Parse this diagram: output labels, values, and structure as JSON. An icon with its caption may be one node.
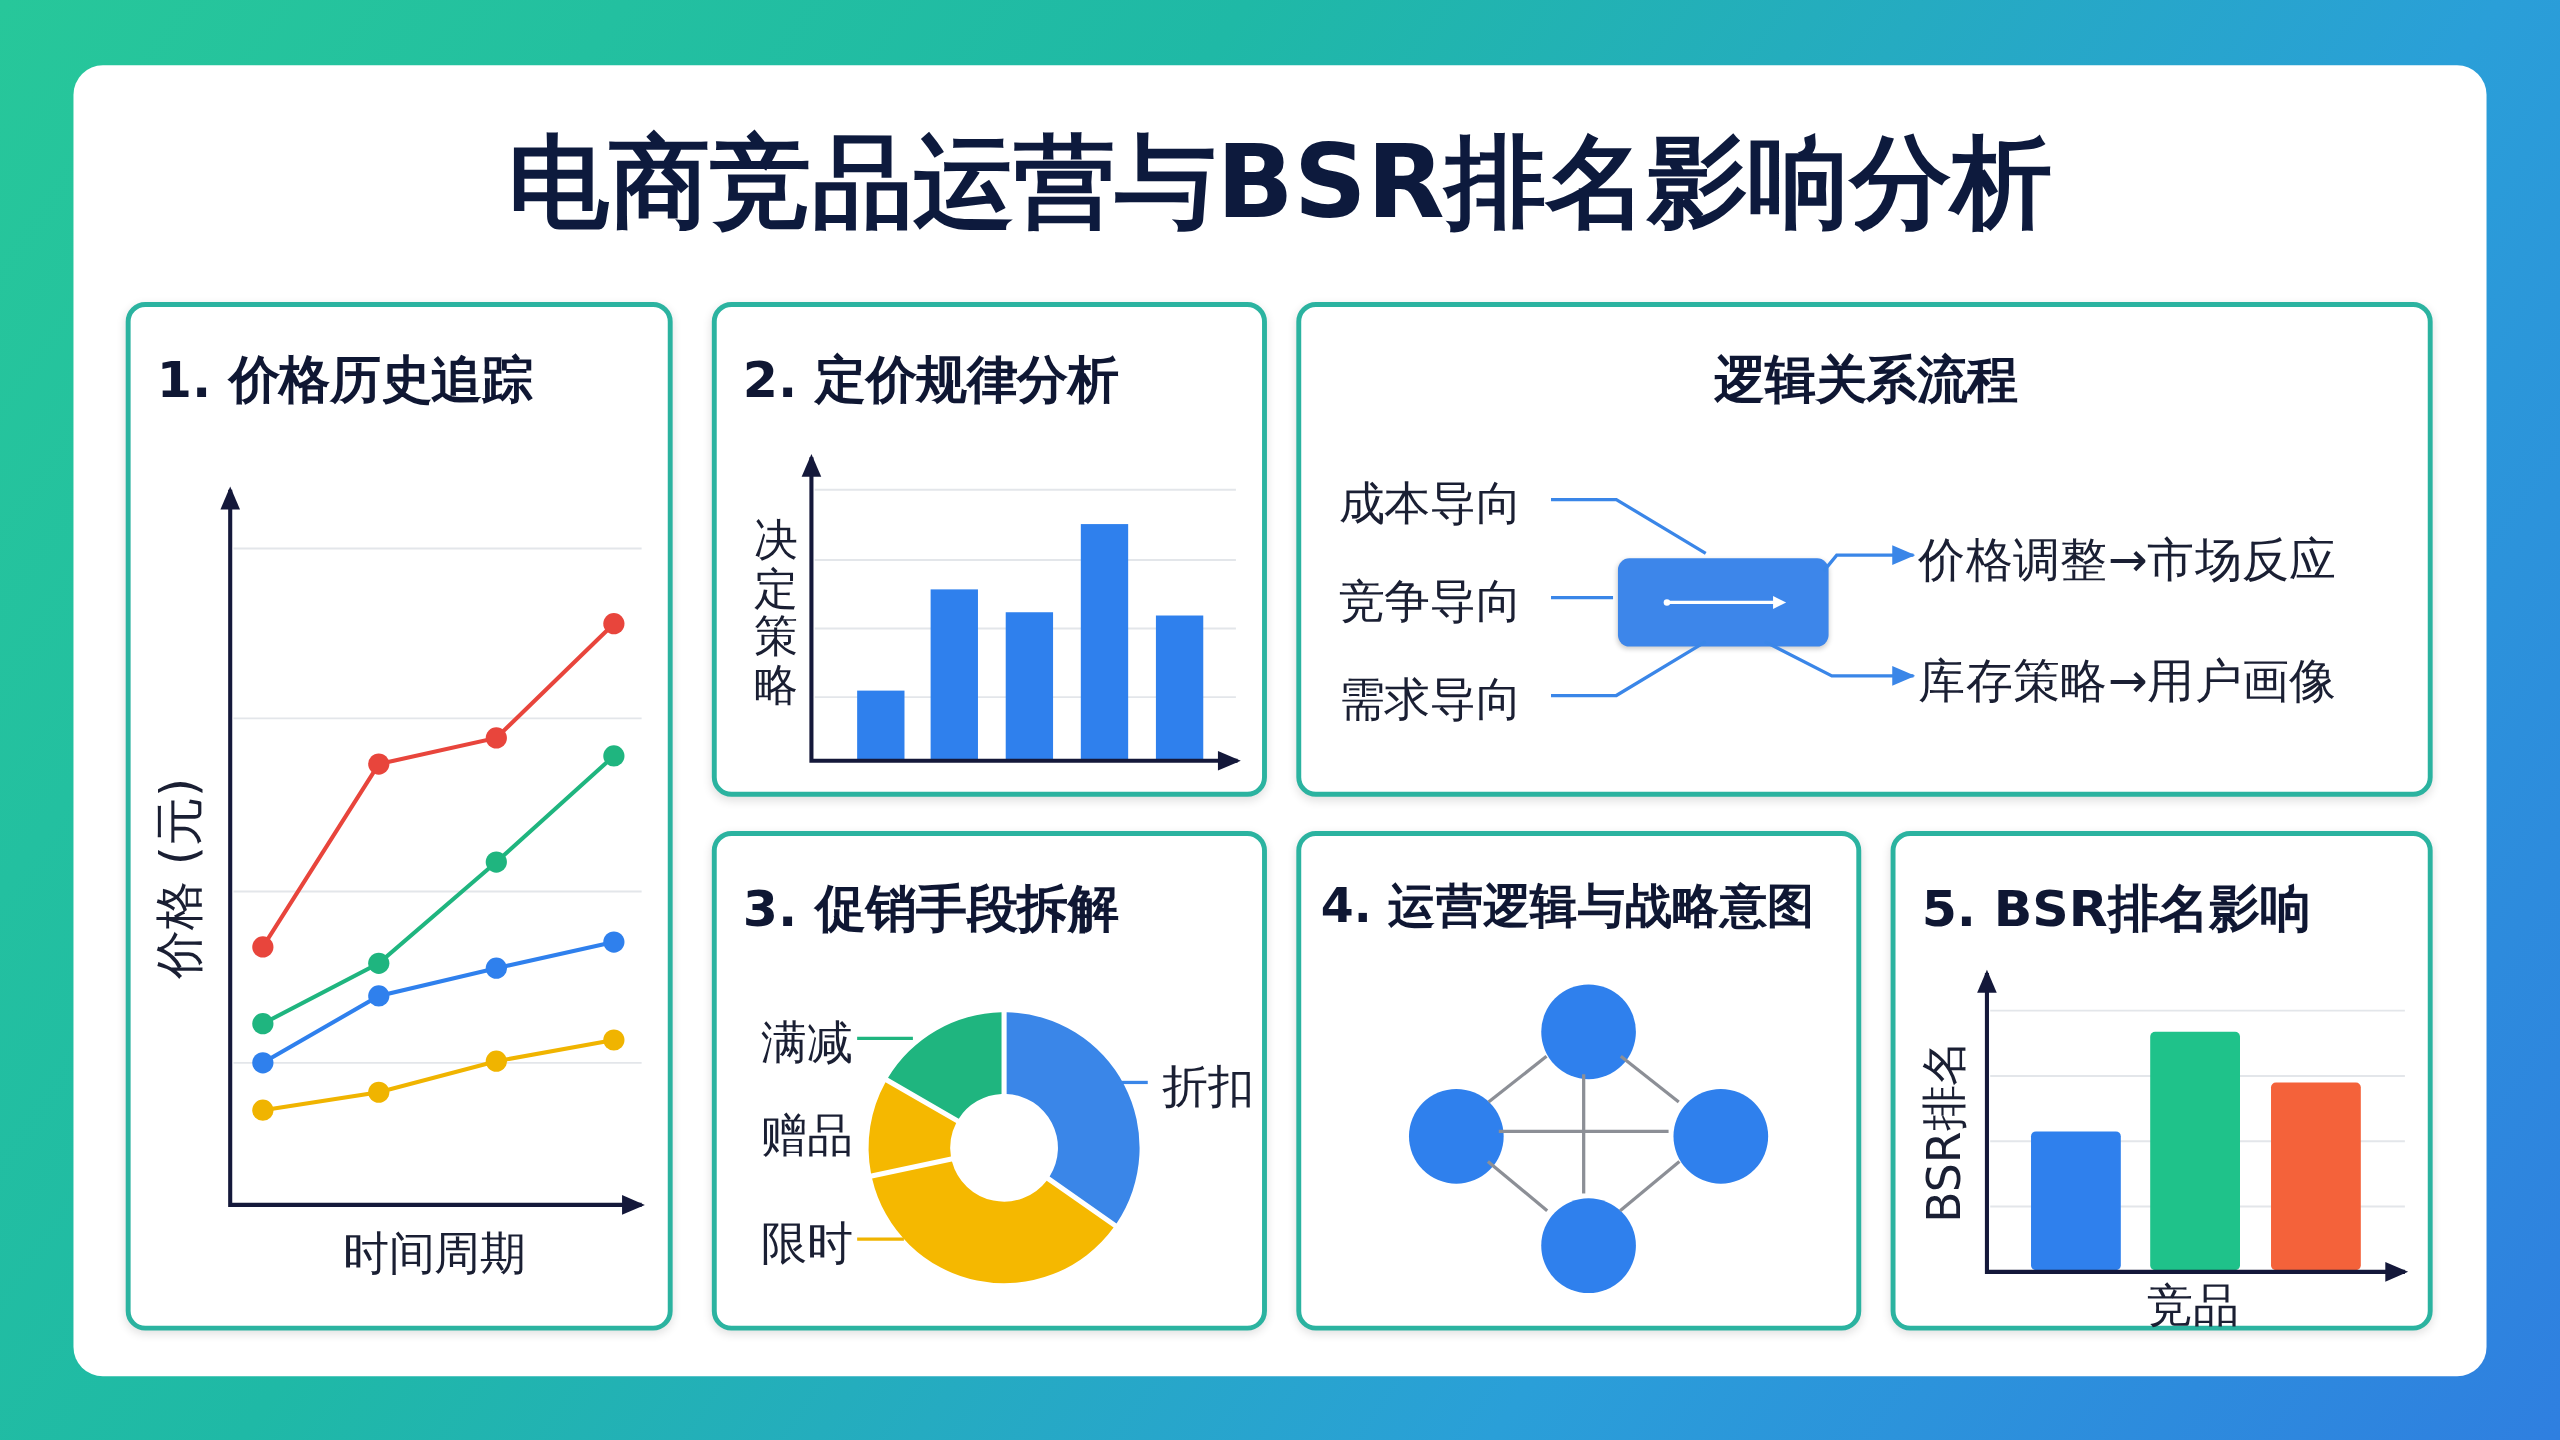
{
  "diagram": {
    "title": "电商竞品运营与BSR排名影响分析",
    "nodes": [
      {
        "text": [
          "1. 价格历史追踪",
          "价格 (元)",
          "时间周期"
        ]
      },
      {
        "text": [
          "2. 定价规律分析",
          "决定策略"
        ]
      },
      {
        "text": [
          "逻辑关系流程"
        ]
      },
      {
        "text": [
          "成本导向"
        ],
        "in": 2
      },
      {
        "text": [
          "竞争导向"
        ],
        "in": 2
      },
      {
        "text": [
          "需求导向"
        ],
        "in": 2
      },
      {
        "text": [],
        "shape": "box",
        "in": 2
      },
      {
        "text": [
          "价格调整→市场反应"
        ],
        "in": 2
      },
      {
        "text": [
          "库存策略→用户画像"
        ],
        "in": 2
      },
      {
        "text": [
          "3. 促销手段拆解",
          "赠品"
        ]
      },
      {
        "text": [
          "满减"
        ],
        "in": 9
      },
      {
        "text": [
          "限时"
        ],
        "in": 9
      },
      {
        "text": [
          "折扣"
        ],
        "in": 9
      },
      {
        "text": [],
        "shape": "wedge",
        "in": 9
      },
      {
        "text": [],
        "shape": "wedge",
        "in": 9
      },
      {
        "text": [],
        "shape": "wedge",
        "in": 9
      },
      {
        "text": [],
        "shape": "wedge",
        "in": 9
      },
      {
        "text": [
          "4. 运营逻辑与战略意图"
        ]
      },
      {
        "text": [],
        "shape": "circle",
        "in": 17
      },
      {
        "text": [],
        "shape": "circle",
        "in": 17
      },
      {
        "text": [],
        "shape": "circle",
        "in": 17
      },
      {
        "text": [],
        "shape": "circle",
        "in": 17
      },
      {
        "text": [
          "5. BSR排名影响",
          "BSR排名",
          "竞品"
        ]
      }
    ],
    "edges": [
      {
        "from": 3,
        "to": 6,
        "arrow": "none"
      },
      {
        "from": 4,
        "to": 6,
        "arrow": "none"
      },
      {
        "from": 5,
        "to": 6,
        "arrow": "none"
      },
      {
        "from": 6,
        "to": 7,
        "arrow": "to"
      },
      {
        "from": 6,
        "to": 8,
        "arrow": "to"
      },
      {
        "from": 10,
        "to": 13,
        "arrow": "none",
        "color": "#1fb57f"
      },
      {
        "from": 11,
        "to": 15,
        "arrow": "none",
        "color": "#f0b400"
      },
      {
        "from": 12,
        "to": 16,
        "arrow": "none"
      },
      {
        "from": 18,
        "to": 19,
        "arrow": "none",
        "color": "#8c8f96"
      },
      {
        "from": 18,
        "to": 20,
        "arrow": "none",
        "color": "#8c8f96"
      },
      {
        "from": 19,
        "to": 20,
        "arrow": "none",
        "color": "#8c8f96"
      },
      {
        "from": 18,
        "to": 21,
        "arrow": "none",
        "color": "#8c8f96"
      },
      {
        "from": 19,
        "to": 21,
        "arrow": "none",
        "color": "#8c8f96"
      },
      {
        "from": 20,
        "to": 21,
        "arrow": "none",
        "color": "#8c8f96"
      }
    ]
  }
}
